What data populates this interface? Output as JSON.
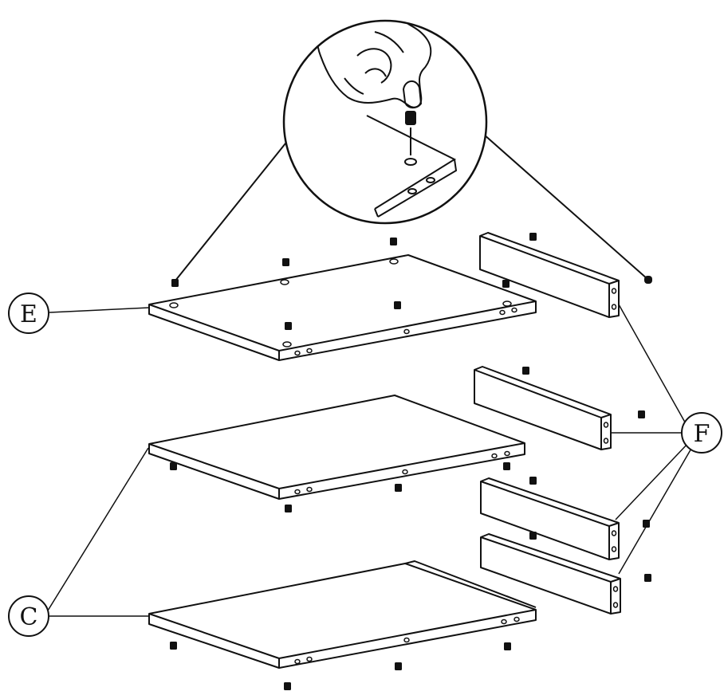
{
  "labels": {
    "e": "E",
    "c": "C",
    "f": "F"
  },
  "colors": {
    "ink": "#111111",
    "paper": "#ffffff"
  },
  "icons": {
    "detail": "magnifier-detail-hand-inserting-dowel",
    "dowel": "wooden-dowel-pin"
  }
}
